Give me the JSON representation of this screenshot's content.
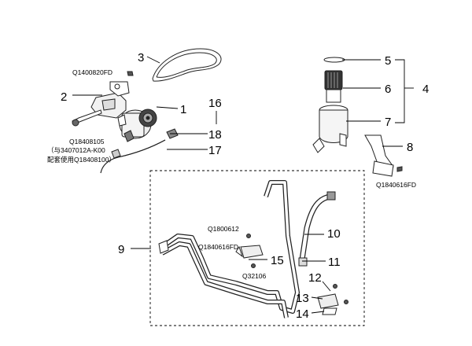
{
  "callouts": {
    "c1": "1",
    "c2": "2",
    "c3": "3",
    "c4": "4",
    "c5": "5",
    "c6": "6",
    "c7": "7",
    "c8": "8",
    "c9": "9",
    "c10": "10",
    "c11": "11",
    "c12": "12",
    "c13": "13",
    "c14": "14",
    "c15": "15",
    "c16": "16",
    "c17": "17",
    "c18": "18"
  },
  "codes": {
    "q1400820": "Q1400820FD",
    "q18408105": "Q18408105",
    "note_line1": "（与3407012A-K00",
    "note_line2": "配套使用Q18408100）",
    "q1840616_upper": "Q1840616FD",
    "q1800612": "Q1800612",
    "q1840616_lower": "Q1840616FD",
    "q32106": "Q32106"
  }
}
